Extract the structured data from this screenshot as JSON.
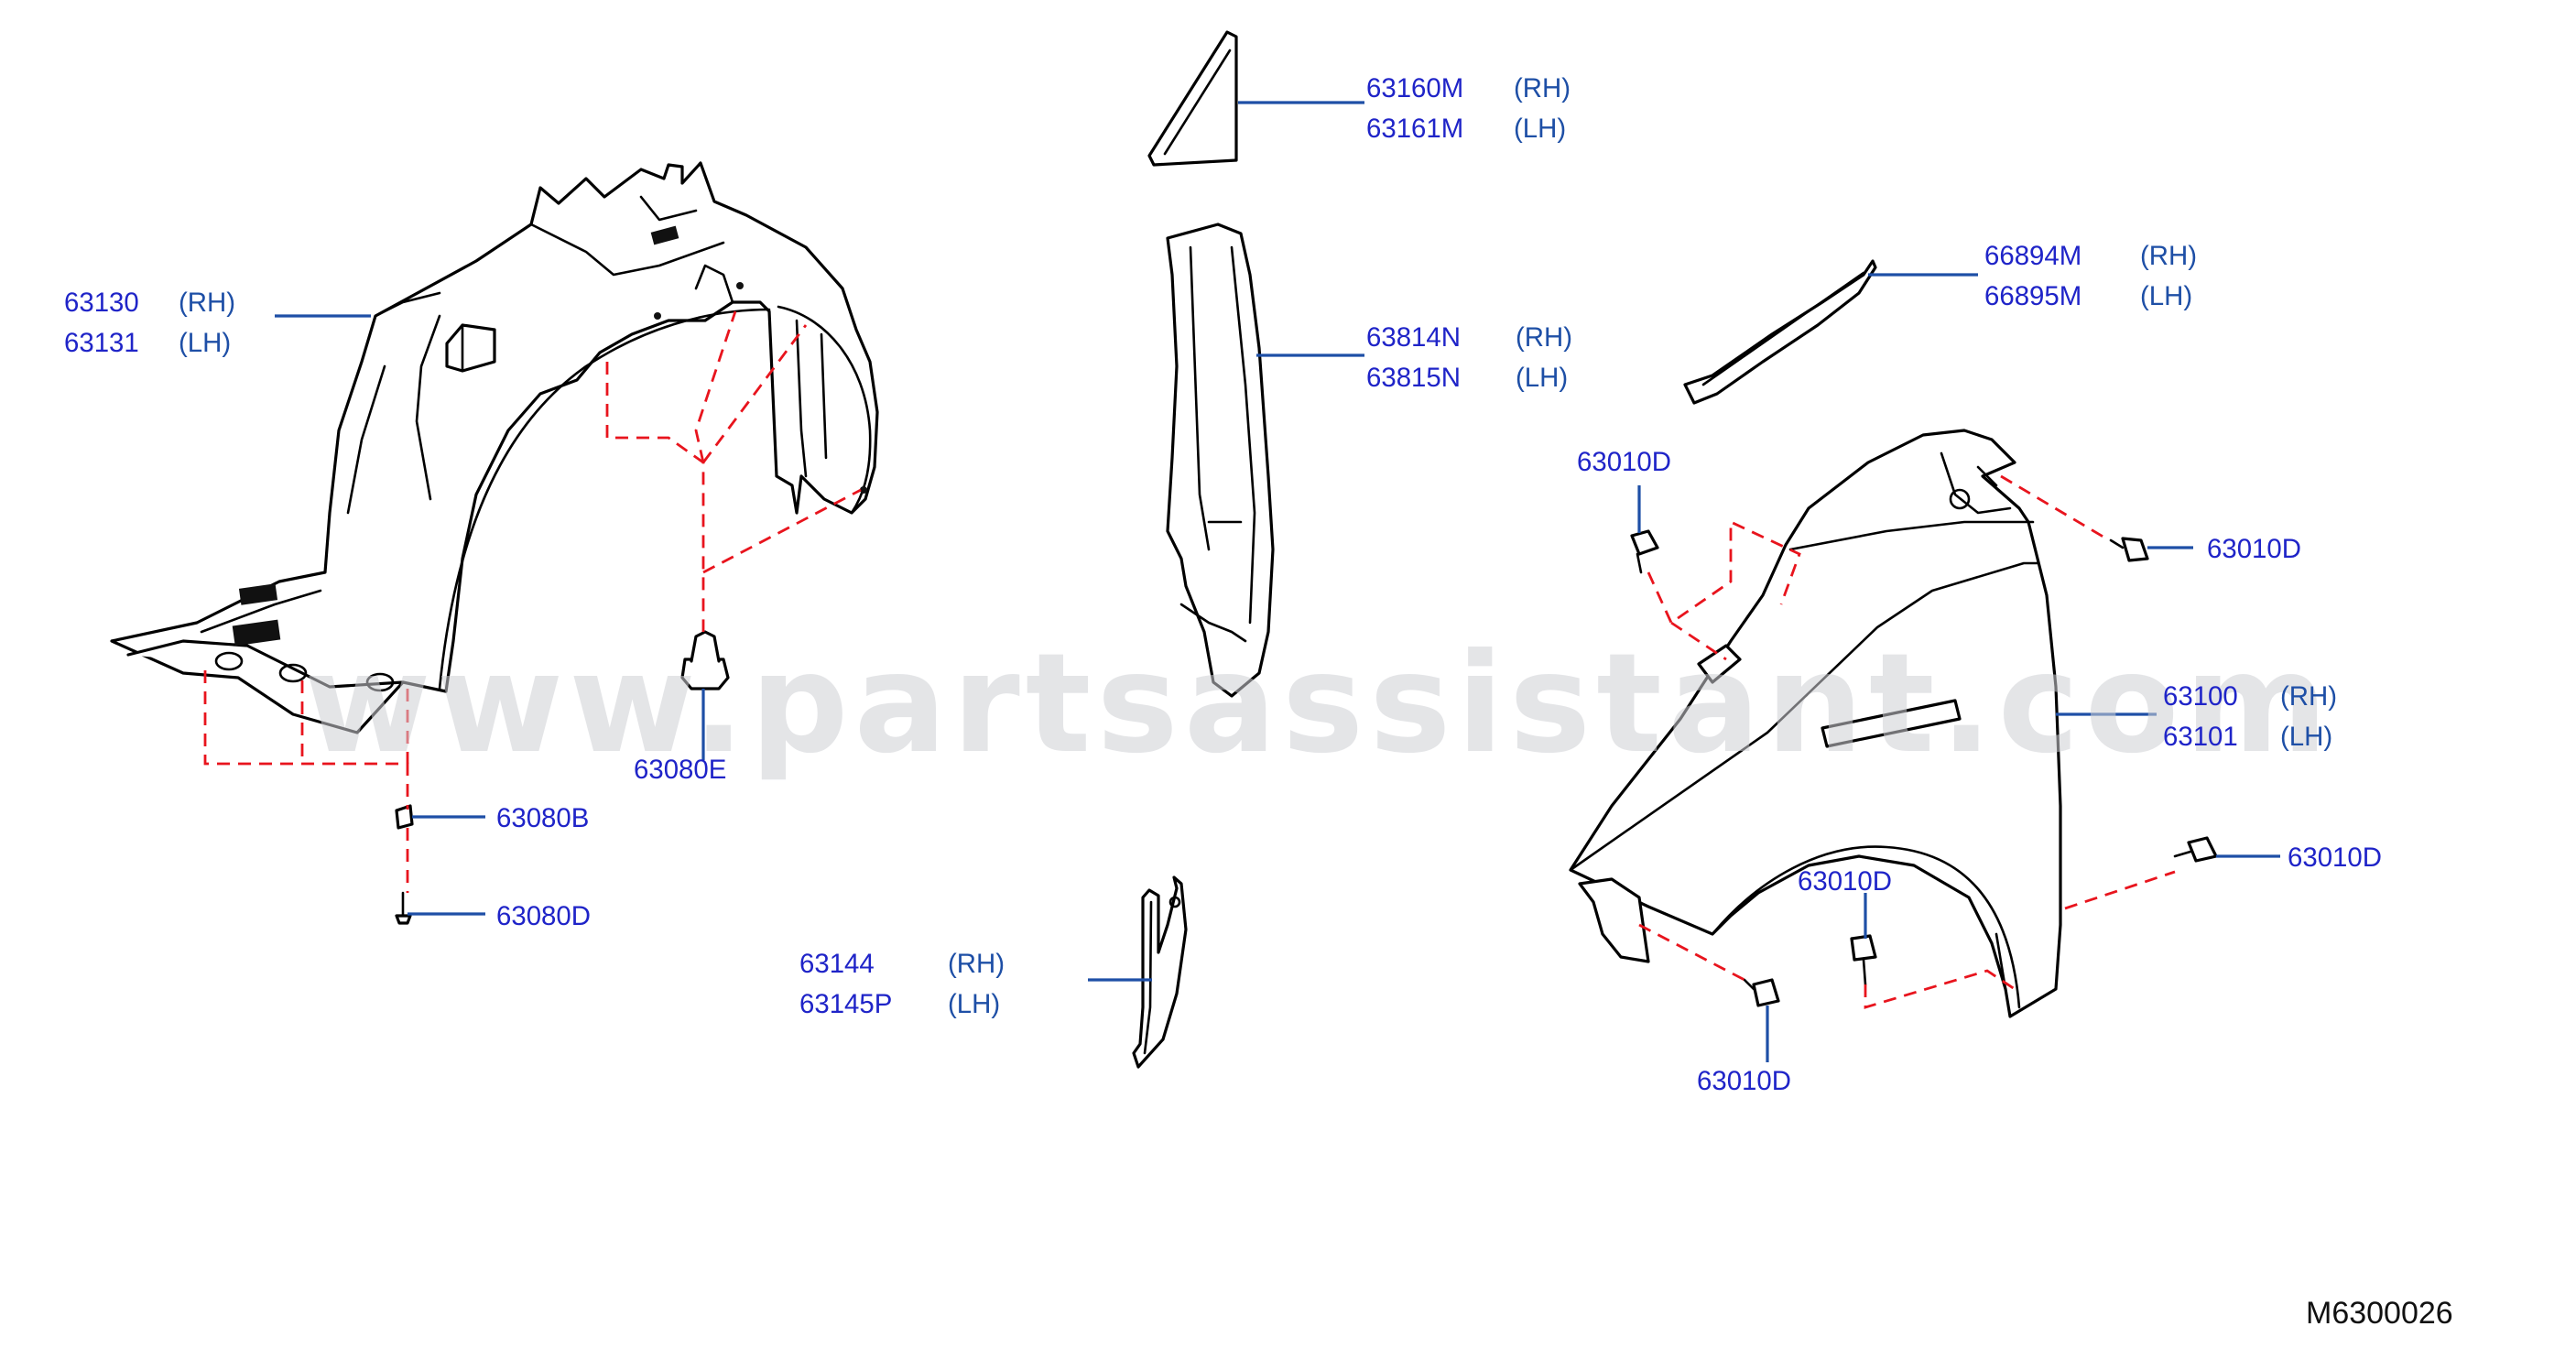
{
  "watermark": "www.partsassistant.com",
  "diagram_code": "M6300026",
  "callouts": [
    {
      "id": "c1",
      "part": "63130",
      "side": "(RH)"
    },
    {
      "id": "c2",
      "part": "63131",
      "side": "(LH)"
    },
    {
      "id": "c3",
      "part": "63160M",
      "side": "(RH)"
    },
    {
      "id": "c4",
      "part": "63161M",
      "side": "(LH)"
    },
    {
      "id": "c5",
      "part": "63814N",
      "side": "(RH)"
    },
    {
      "id": "c6",
      "part": "63815N",
      "side": "(LH)"
    },
    {
      "id": "c7",
      "part": "66894M",
      "side": "(RH)"
    },
    {
      "id": "c8",
      "part": "66895M",
      "side": "(LH)"
    },
    {
      "id": "c9",
      "part": "63100",
      "side": "(RH)"
    },
    {
      "id": "c10",
      "part": "63101",
      "side": "(LH)"
    },
    {
      "id": "c11",
      "part": "63144",
      "side": "(RH)"
    },
    {
      "id": "c12",
      "part": "63145P",
      "side": "(LH)"
    },
    {
      "id": "c13",
      "part": "63080E"
    },
    {
      "id": "c14",
      "part": "63080B"
    },
    {
      "id": "c15",
      "part": "63080D"
    },
    {
      "id": "c16",
      "part": "63010D"
    },
    {
      "id": "c17",
      "part": "63010D"
    },
    {
      "id": "c18",
      "part": "63010D"
    },
    {
      "id": "c19",
      "part": "63010D"
    },
    {
      "id": "c20",
      "part": "63010D"
    }
  ]
}
